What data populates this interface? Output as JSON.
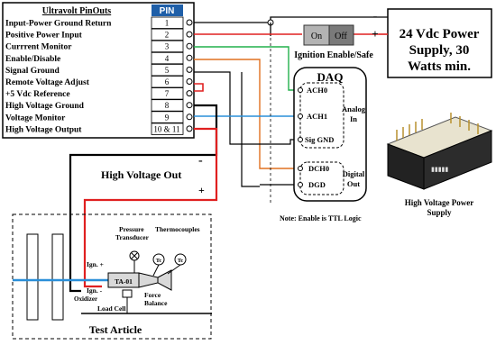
{
  "table": {
    "title": "Ultravolt PinOuts",
    "pin_header": "PIN",
    "rows": [
      {
        "label": "Input-Power Ground Return",
        "pin": "1"
      },
      {
        "label": "Positive Power Input",
        "pin": "2"
      },
      {
        "label": "Currrent Monitor",
        "pin": "3"
      },
      {
        "label": "Enable/Disable",
        "pin": "4"
      },
      {
        "label": "Signal Ground",
        "pin": "5"
      },
      {
        "label": "Remote Voltage Adjust",
        "pin": "6"
      },
      {
        "label": "+5 Vdc Reference",
        "pin": "7"
      },
      {
        "label": "High Voltage Ground",
        "pin": "8"
      },
      {
        "label": "Voltage Monitor",
        "pin": "9"
      },
      {
        "label": "High Voltage Output",
        "pin": "10 & 11"
      }
    ]
  },
  "switch": {
    "on": "On",
    "off": "Off",
    "caption": "Ignition Enable/Safe"
  },
  "power_supply": {
    "line1": "24 Vdc Power",
    "line2": "Supply, 30",
    "line3": "Watts min.",
    "minus": "-",
    "plus": "+"
  },
  "daq": {
    "title": "DAQ",
    "analog_ports": [
      "ACH0",
      "ACH1",
      "Sig GND"
    ],
    "analog_label": [
      "Analog",
      "In"
    ],
    "digital_ports": [
      "DCH0",
      "DGD"
    ],
    "digital_label": [
      "Digital",
      "Out"
    ]
  },
  "hv_out": {
    "label": "High Voltage Out",
    "minus": "-",
    "plus": "+"
  },
  "note": "Note: Enable is TTL Logic",
  "hv_supply_caption": [
    "High Voltage Power",
    "Supply"
  ],
  "test_article": {
    "title": "Test Article",
    "pressure": [
      "Pressure",
      "Transducer"
    ],
    "thermocouples": "Thermocouples",
    "tc": "Tc",
    "ign_plus": "Ign. +",
    "ign_minus": "Ign. -",
    "oxidizer": "Oxidizer",
    "ta": "TA-01",
    "force": [
      "Force",
      "Balance"
    ],
    "load_cell": "Load Cell"
  },
  "colors": {
    "red": "#e02020",
    "green": "#22b14c",
    "blue": "#2a8fd8",
    "orange": "#e07020",
    "pin_header_bg": "#1f5fa8"
  }
}
